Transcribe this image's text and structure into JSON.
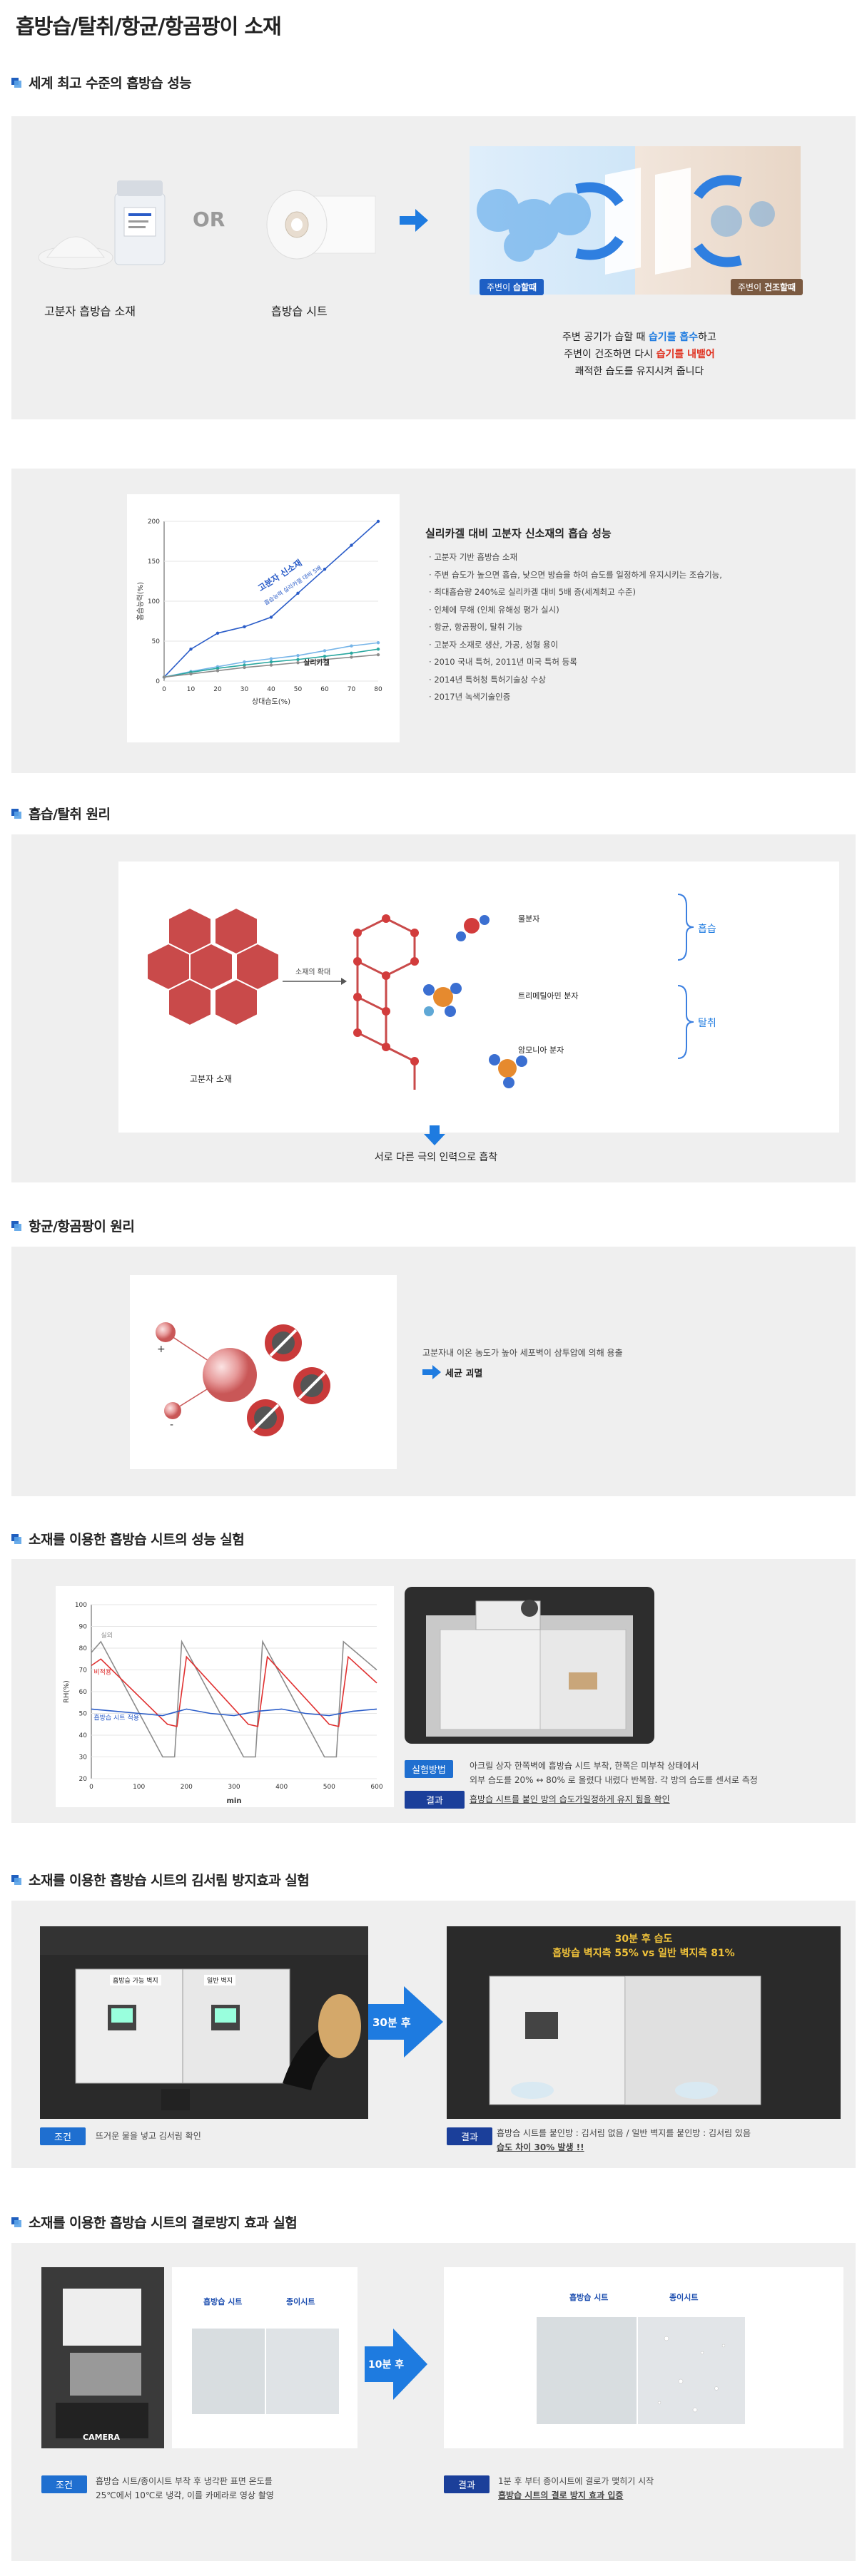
{
  "page_title": "흡방습/탈취/항균/항곰팡이 소재",
  "s1": {
    "title": "세계 최고 수준의 흡방습 성능",
    "or": "OR",
    "item1_label": "고분자 흡방습 소재",
    "item2_label": "흡방습 시트",
    "tag_left_a": "주변이 ",
    "tag_left_b": "습할때",
    "tag_right_a": "주변이 ",
    "tag_right_b": "건조할때",
    "desc1_a": "주변 공기가 습할 때 ",
    "desc1_b": "습기를 흡수",
    "desc1_c": "하고",
    "desc2_a": "주변이 건조하면 다시 ",
    "desc2_b": "습기를 내뱉어",
    "desc3": "쾌적한 습도를 유지시켜 줍니다"
  },
  "s2": {
    "chart_title": "실리카겔 대비 고분자 신소재의 흡습 성능",
    "bullets": [
      "고분자 기반 흡방습 소재",
      "주변 습도가 높으면 흡습, 낮으면 방습을 하여 습도를 일정하게 유지시키는 조습기능,",
      "최대흡습량 240%로 실리카겔 대비 5배 증(세계최고 수준)",
      "인체에 무해 (인체 유해성 평가 실시)",
      "항균, 항곰팡이, 탈취 기능",
      "고분자 소재로 생산, 가공, 성형 용이",
      "2010 국내 특허, 2011년 미국 특허 등록",
      "2014년 특허청 특허기술상 수상",
      "2017년 녹색기술인증"
    ]
  },
  "s3": {
    "title": "흡습/탈취 원리",
    "expand_label": "소재의 확대",
    "material_label": "고분자 소재",
    "mol1": "물분자",
    "mol2": "트리메틸아민 분자",
    "mol3": "암모니아 분자",
    "group1": "흡습",
    "group2": "탈취",
    "caption": "서로 다른 극의 인력으로 흡착"
  },
  "s4": {
    "title": "항균/항곰팡이 원리",
    "desc": "고분자내 이온 농도가 높아 세포벽이 삼투압에 의해 용출",
    "result": "세균 괴멸"
  },
  "s5": {
    "title": "소재를 이용한 흡방습 시트의 성능 실험",
    "ylabel": "RH(%)",
    "xlabel": "min",
    "method_tag": "실험방법",
    "method_text1": "아크릴 상자 한쪽벽에 흡방습 시트 부착, 한쪽은 미부착 상태에서",
    "method_text2": "외부 습도를 20% ↔ 80% 로 올렸다 내렸다 반복함. 각 방의 습도를 센서로 측정",
    "result_tag": "결과",
    "result_text": "흡방습 시트를 붙인 방의 습도가일정하게 유지 됨을 확인"
  },
  "s6": {
    "title": "소재를 이용한 흡방습 시트의 김서림 방지효과 실험",
    "box_label_a": "흡방습 가능 벽지",
    "box_label_b": "일반 벽지",
    "arrow_label": "30분 후",
    "overlay_line1": "30분 후 습도",
    "overlay_line2": "흡방습 벽지측 55% vs 일반 벽지측 81%",
    "cond_tag": "조건",
    "cond_text": "뜨거운 물을 넣고 김서림 확인",
    "result_tag": "결과",
    "result_text1": "흡방습 시트를 붙인방 : 김서림 없음 / 일반 벽지를 붙인방 : 김서림 있음",
    "result_text2": "습도 차이 30% 발생 !!"
  },
  "s7": {
    "title": "소재를 이용한 흡방습 시트의 결로방지 효과 실험",
    "sheet_a": "흡방습 시트",
    "sheet_b": "종이시트",
    "camera": "CAMERA",
    "arrow_label": "10분 후",
    "cond_tag": "조건",
    "cond_text1": "흡방습 시트/종이시트 부착 후 냉각판 표면 온도를",
    "cond_text2": "25℃에서 10℃로 냉각, 이를 카메라로 영상 촬영",
    "result_tag": "결과",
    "result_text1": "1분 후 부터 종이시트에 결로가 맺히기 시작",
    "result_text2": "흡방습 시트의 결로 방지 효과 입증"
  },
  "chart_data": [
    {
      "type": "line",
      "ylabel": "흡습능력(%)",
      "xlabel": "상대습도(%)",
      "x": [
        0,
        10,
        20,
        30,
        40,
        50,
        60,
        70,
        80
      ],
      "ylim": [
        0,
        200
      ],
      "xlim": [
        0,
        80
      ],
      "yticks": [
        0,
        50,
        100,
        150,
        200
      ],
      "series": [
        {
          "name": "고분자 신소재",
          "color": "#2a5cc8",
          "values": [
            5,
            40,
            60,
            68,
            80,
            110,
            140,
            170,
            200
          ]
        },
        {
          "name": "흡습능력 실리카겔 대비 5배",
          "color": "#77b5e8",
          "values": [
            5,
            12,
            18,
            24,
            28,
            32,
            38,
            44,
            48
          ]
        },
        {
          "name": "",
          "color": "#2aa8a0",
          "values": [
            5,
            11,
            16,
            20,
            24,
            27,
            31,
            35,
            40
          ]
        },
        {
          "name": "실리카겔",
          "color": "#8c8c8c",
          "values": [
            5,
            9,
            13,
            17,
            20,
            23,
            27,
            30,
            33
          ]
        }
      ]
    },
    {
      "type": "line",
      "ylabel": "RH(%)",
      "xlabel": "min",
      "xlim": [
        0,
        600
      ],
      "ylim": [
        20,
        100
      ],
      "xticks": [
        0,
        100,
        200,
        300,
        400,
        500,
        600
      ],
      "yticks": [
        20,
        30,
        40,
        50,
        60,
        70,
        80,
        90,
        100
      ],
      "series": [
        {
          "name": "실외",
          "color": "#8c8c8c",
          "x": [
            0,
            20,
            150,
            175,
            190,
            320,
            345,
            360,
            490,
            515,
            530,
            600
          ],
          "values": [
            78,
            83,
            30,
            30,
            83,
            30,
            30,
            83,
            30,
            30,
            83,
            70
          ]
        },
        {
          "name": "비적용",
          "color": "#e03030",
          "x": [
            0,
            20,
            160,
            180,
            200,
            330,
            350,
            370,
            500,
            520,
            540,
            600
          ],
          "values": [
            72,
            75,
            45,
            44,
            76,
            45,
            44,
            76,
            45,
            44,
            76,
            64
          ]
        },
        {
          "name": "흡방습 시트 적용",
          "color": "#2a5cc8",
          "x": [
            0,
            50,
            100,
            150,
            200,
            250,
            300,
            350,
            400,
            450,
            500,
            550,
            600
          ],
          "values": [
            52,
            51,
            50,
            49,
            52,
            50,
            49,
            51,
            52,
            50,
            49,
            51,
            52
          ]
        }
      ]
    }
  ]
}
